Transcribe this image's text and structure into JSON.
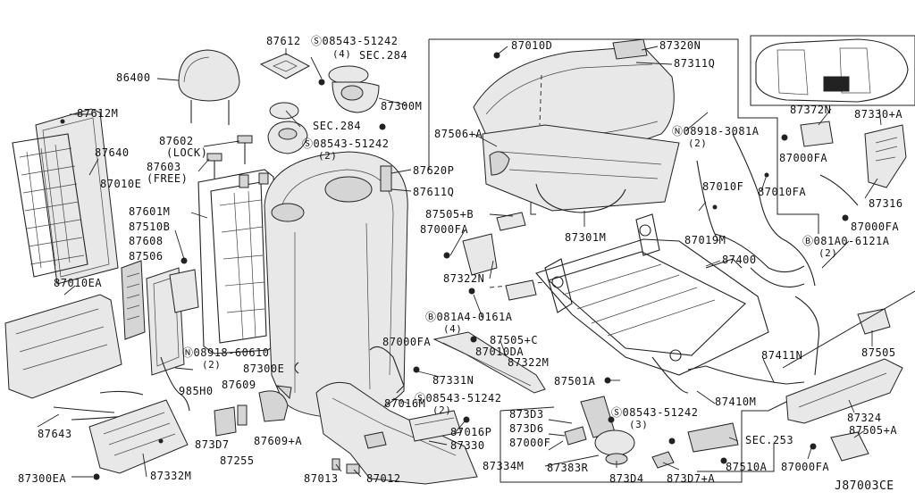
{
  "diagram_code": "J87003CE",
  "labels": {
    "l86400": "86400",
    "l87612": "87612",
    "l08543a": "08543-51242",
    "l08543a_q": "(4)",
    "lsec284a": "SEC.284",
    "l87300m": "87300M",
    "lsec284b": "SEC.284",
    "l08543b": "08543-51242",
    "l08543b_q": "(2)",
    "l87612m": "87612M",
    "l87640": "87640",
    "l87010e": "87010E",
    "l87602": "87602",
    "l87602_lock": "(LOCK)",
    "l87603": "87603",
    "l87603_free": "(FREE)",
    "l87620p": "87620P",
    "l87611q": "87611Q",
    "l87601m": "87601M",
    "l87510b": "87510B",
    "l87608": "87608",
    "l87506": "87506",
    "l87010ea": "87010EA",
    "l08918a": "08918-60610",
    "l08918a_q": "(2)",
    "l985h0": "985H0",
    "l87300e": "87300E",
    "l87609": "87609",
    "l87643": "87643",
    "l873d7": "873D7",
    "l87255": "87255",
    "l87609a": "87609+A",
    "l87300ea": "87300EA",
    "l87332m": "87332M",
    "l87010d": "87010D",
    "l87320n": "87320N",
    "l87311q": "87311Q",
    "l87506a": "87506+A",
    "l87505b": "87505+B",
    "l87000fa1": "87000FA",
    "l87322n": "87322N",
    "l081a4": "081A4-0161A",
    "l081a4_q": "(4)",
    "l87000fa2": "87000FA",
    "l87505c": "87505+C",
    "l87010da": "87010DA",
    "l87322m": "87322M",
    "l87331n": "87331N",
    "l87016m": "87016M",
    "l08543c": "08543-51242",
    "l08543c_q": "(2)",
    "l87016p": "87016P",
    "l87330": "87330",
    "l87013": "87013",
    "l87012": "87012",
    "l87301m": "87301M",
    "l08918b": "08918-3081A",
    "l08918b_q": "(2)",
    "l87010f": "87010F",
    "l87010fa": "87010FA",
    "l87019m": "87019M",
    "l87400": "87400",
    "l87501a": "87501A",
    "l873d3": "873D3",
    "l873d6": "873D6",
    "l87000f": "87000F",
    "l08543d": "08543-51242",
    "l08543d_q": "(3)",
    "l87334m": "87334M",
    "l87383r": "87383R",
    "l873d4": "873D4",
    "l873d7a": "873D7+A",
    "l87410m": "87410M",
    "l87411n": "87411N",
    "lsec253": "SEC.253",
    "l87510a": "87510A",
    "l87000fa3": "87000FA",
    "l87372n": "87372N",
    "l87330a": "87330+A",
    "l87000fa4": "87000FA",
    "l87316": "87316",
    "l87000fa5": "87000FA",
    "l081a0": "081A0-6121A",
    "l081a0_q": "(2)",
    "l87505": "87505",
    "l87324": "87324",
    "l87505a": "87505+A"
  }
}
